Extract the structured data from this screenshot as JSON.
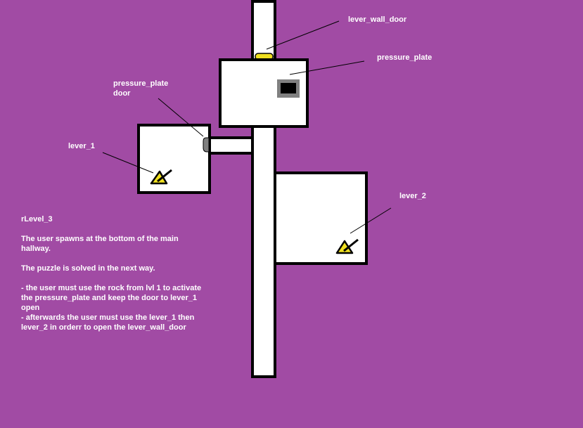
{
  "labels": {
    "lever_wall_door": "lever_wall_door",
    "pressure_plate": "pressure_plate",
    "pressure_plate_door_line1": "pressure_plate",
    "pressure_plate_door_line2": "door",
    "lever_1": "lever_1",
    "lever_2": "lever_2"
  },
  "notes": {
    "title": "rLevel_3",
    "spawn": "The user spawns at the bottom of the main hallway.",
    "solution_intro": "The puzzle is solved in the next way.",
    "step_1": "- the user must use the rock from lvl 1 to activate the pressure_plate and keep the door to lever_1 open",
    "step_2": "- afterwards the user must use the lever_1 then lever_2 in orderr to open the lever_wall_door"
  },
  "colors": {
    "background": "#a14ba4",
    "room_fill": "#ffffff",
    "outline": "#000000",
    "lever_wall_door": "#f0e020",
    "pressure_plate": "#808080",
    "pressure_plate_door": "#808080",
    "lever": "#f0e020"
  }
}
